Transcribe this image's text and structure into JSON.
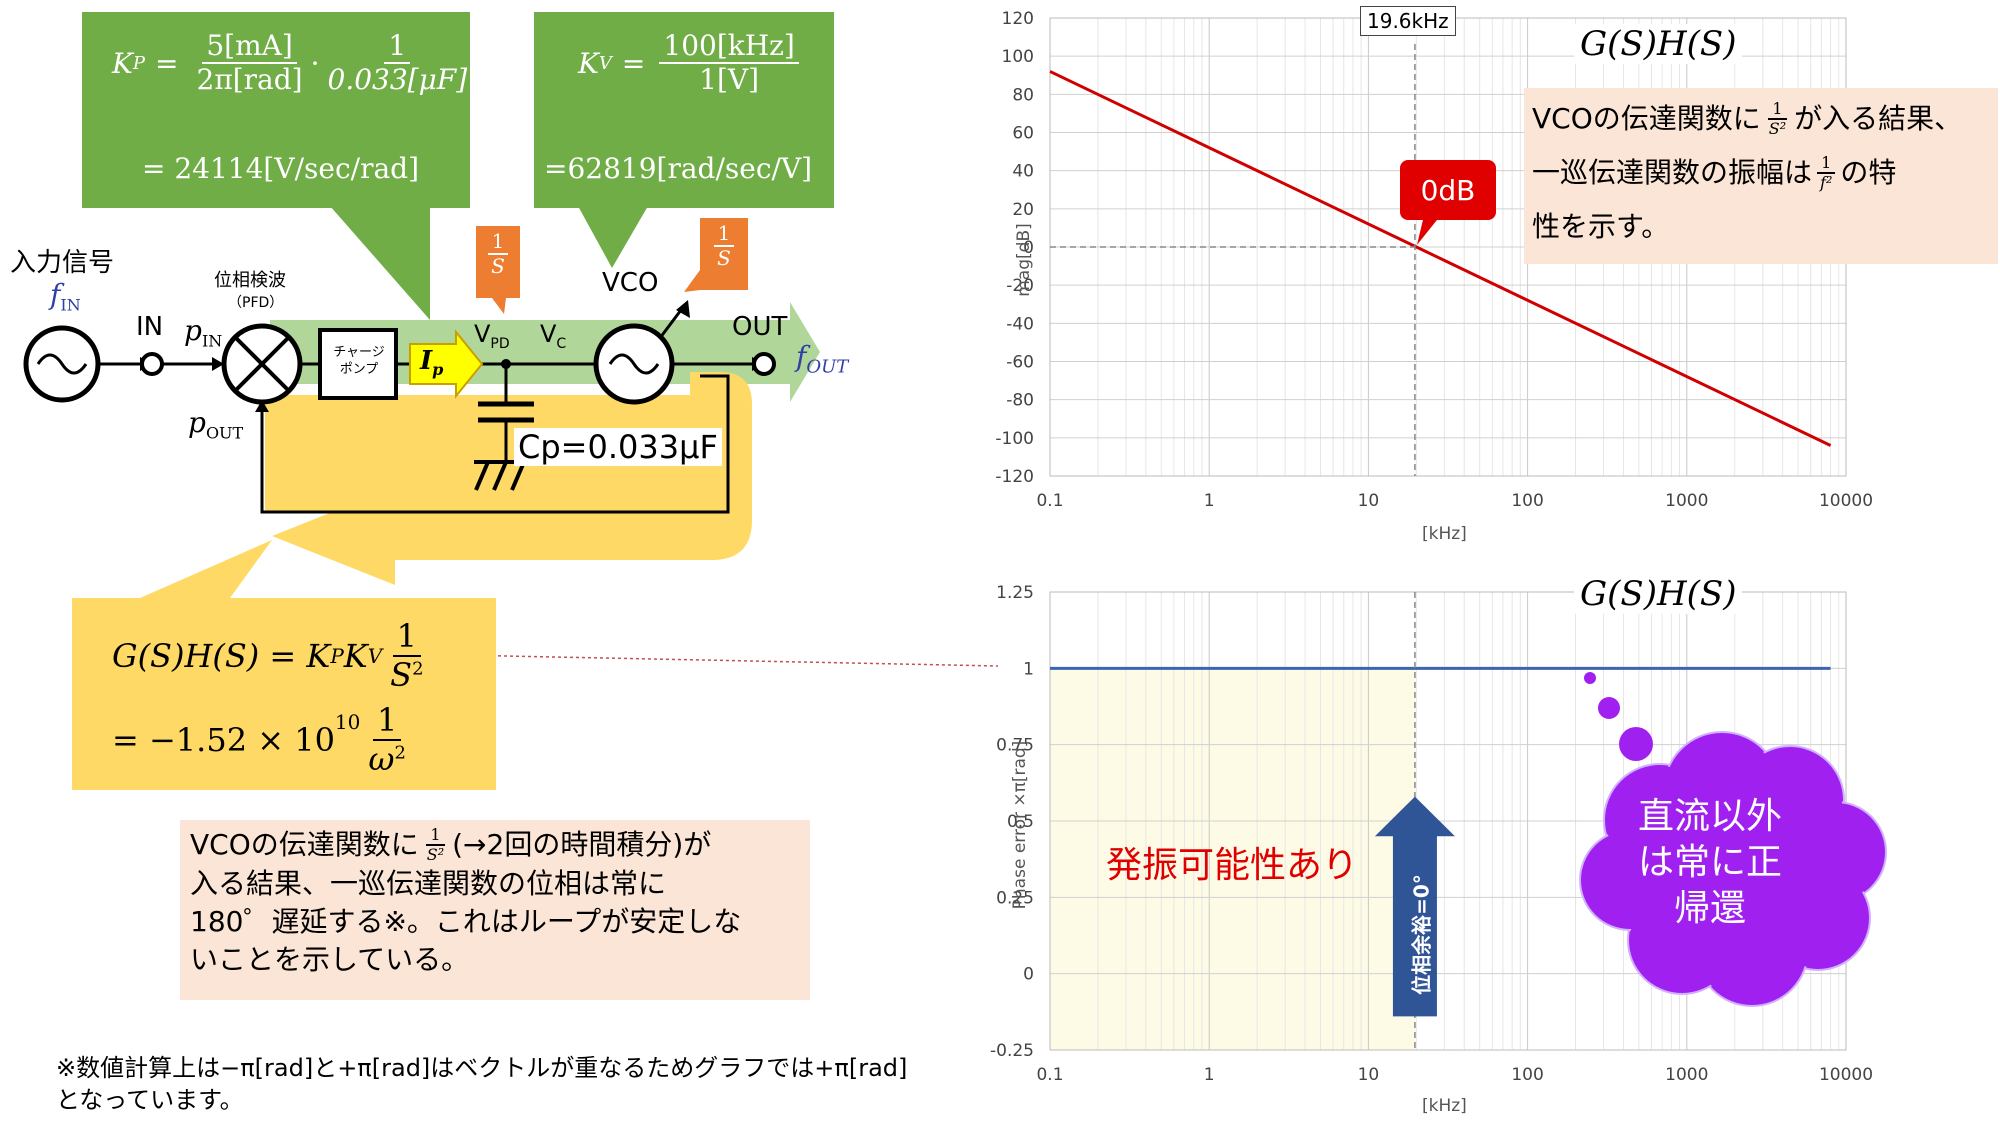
{
  "kp_box": {
    "lhs": "K",
    "lhs_sub": "P",
    "frac1_num": "5[mA]",
    "frac1_den": "2π[rad]",
    "frac2_num": "1",
    "frac2_den": "0.033[μF]",
    "result": "= 24114[V/sec/rad]"
  },
  "kv_box": {
    "lhs": "K",
    "lhs_sub": "V",
    "frac_num": "100[kHz]",
    "frac_den": "1[V]",
    "result": "=62819[rad/sec/V]"
  },
  "circuit": {
    "input_label": "入力信号",
    "f_in": "f",
    "f_in_sub": "IN",
    "in_label": "IN",
    "p_in": "p",
    "p_in_sub": "IN",
    "pfd_label": "位相検波",
    "pfd_sub": "（PFD）",
    "charge_pump_line1": "チャージ",
    "charge_pump_line2": "ポンプ",
    "ip": "I",
    "ip_sub": "p",
    "vpd": "V",
    "vpd_sub": "PD",
    "vc": "V",
    "vc_sub": "C",
    "vco_label": "VCO",
    "out_label": "OUT",
    "f_out": "f",
    "f_out_sub": "OUT",
    "p_out": "p",
    "p_out_sub": "OUT",
    "cp_label": "Cp=0.033μF",
    "tag1_num": "1",
    "tag1_den": "S",
    "tag2_num": "1",
    "tag2_den": "S"
  },
  "gh_box": {
    "line1_lhs": "G(S)H(S) = K",
    "line1_sub1": "P",
    "line1_k2": "K",
    "line1_sub2": "V",
    "line1_num": "1",
    "line1_den": "S",
    "line1_den_sup": "2",
    "line2_pre": "= −1.52 × 10",
    "line2_sup": "10",
    "line2_num": "1",
    "line2_den": "ω",
    "line2_den_sup": "2"
  },
  "note_phase": {
    "l1_pre": "VCOの伝達関数に",
    "l1_num": "1",
    "l1_den": "S²",
    "l1_post": "(→2回の時間積分)が",
    "l2": "入る結果、一巡伝達関数の位相は常に",
    "l3": "180゜遅延する※。これはループが安定しな",
    "l4": "いことを示している。"
  },
  "footnote": {
    "l1": "※数値計算上は−π[rad]と+π[rad]はベクトルが重なるためグラフでは+π[rad]",
    "l2": "となっています。"
  },
  "note_mag": {
    "l1_pre": "VCOの伝達関数に",
    "l1_num": "1",
    "l1_den": "S²",
    "l1_post": "が入る結果、",
    "l2_pre": "一巡伝達関数の振幅は",
    "l2_num": "1",
    "l2_den": "f²",
    "l2_post": "の特",
    "l3": "性を示す。"
  },
  "chart_data": [
    {
      "type": "line",
      "title": "G(S)H(S)",
      "xlabel": "[kHz]",
      "ylabel": "mag[dB]",
      "x_scale": "log",
      "xlim": [
        0.1,
        10000
      ],
      "ylim": [
        -120,
        120
      ],
      "x_ticks": [
        "0.1",
        "1",
        "10",
        "100",
        "1000",
        "10000"
      ],
      "y_ticks": [
        "120",
        "100",
        "80",
        "60",
        "40",
        "20",
        "0",
        "-20",
        "-40",
        "-60",
        "-80",
        "-100",
        "-120"
      ],
      "series": [
        {
          "x": [
            0.1,
            8000
          ],
          "y": [
            92,
            -104
          ],
          "color": "#d00000"
        }
      ],
      "annotations": {
        "crossover_label": "19.6kHz",
        "crossover_khz": 19.6,
        "callout": "0dB"
      },
      "grid": true
    },
    {
      "type": "line",
      "title": "G(S)H(S)",
      "xlabel": "[kHz]",
      "ylabel": "Phase error ×π[rad]",
      "x_scale": "log",
      "xlim": [
        0.1,
        10000
      ],
      "ylim": [
        -0.25,
        1.25
      ],
      "x_ticks": [
        "0.1",
        "1",
        "10",
        "100",
        "1000",
        "10000"
      ],
      "y_ticks": [
        "1.25",
        "1",
        "0.75",
        "0.5",
        "0.25",
        "0",
        "-0.25"
      ],
      "series": [
        {
          "x": [
            0.1,
            8000
          ],
          "y": [
            1,
            1
          ],
          "color": "#3a66b0"
        }
      ],
      "annotations": {
        "oscillation_label": "発振可能性あり",
        "margin_label": "位相余裕=0°",
        "cloud_l1": "直流以外",
        "cloud_l2": "は常に正",
        "cloud_l3": "帰還"
      },
      "grid": true
    }
  ],
  "colors": {
    "green": "#70ad47",
    "orange": "#ed7d31",
    "yellow_loop": "#ffd966",
    "loop_arrow": "#ffd966",
    "red": "#d00000",
    "navy": "#2f5597",
    "purple": "#a020f0",
    "peach": "#fbe5d6"
  }
}
